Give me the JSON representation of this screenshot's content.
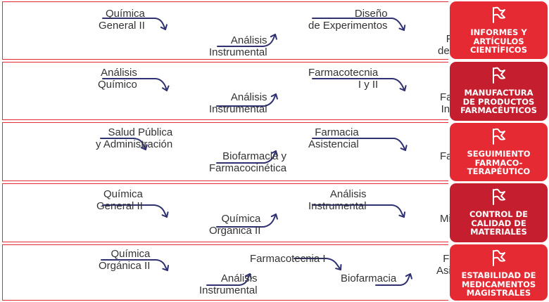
{
  "colors": {
    "accent": "#e52a34",
    "accent_dark": "#c51f2f",
    "arrow": "#2f3170",
    "text": "#333333"
  },
  "rows": [
    {
      "courses": [
        "Química\nGeneral II",
        "Análisis\nInstrumental",
        "Diseño\nde Experimentos",
        "Proyecto\nde Grado I"
      ],
      "outcome": "INFORMES Y\nARTÍCULOS\nCIENTÍFICOS",
      "icon": "flag-icon"
    },
    {
      "courses": [
        "Análisis\nQuímico",
        "Análisis\nInstrumental",
        "Farmacotecnia\nI y II",
        "Farmacia\nIndustrial"
      ],
      "outcome": "MANUFACTURA\nDE PRODUCTOS\nFARMACÉUTICOS",
      "icon": "flag-icon"
    },
    {
      "courses": [
        "Salud Pública\ny Administración",
        "Biofarmacia y\nFarmacocinética",
        "Farmacia\nAsistencial",
        "Farmacia\nClínica"
      ],
      "outcome": "SEGUIMIENTO\nFARMACO-\nTERAPÉUTICO",
      "icon": "flag-icon"
    },
    {
      "courses": [
        "Química\nGeneral II",
        "Química\nOrgánica II",
        "Análisis\nInstrumental",
        "Microbiología"
      ],
      "outcome": "CONTROL DE\nCALIDAD DE\nMATERIALES",
      "icon": "flag-icon"
    },
    {
      "courses": [
        "Química\nOrgánica II",
        "Análisis\nInstrumental",
        "Farmacotecnia I",
        "Biofarmacia",
        "Farmacia\nAsistencial"
      ],
      "outcome": "ESTABILIDAD DE\nMEDICAMENTOS\nMAGISTRALES",
      "icon": "flag-icon"
    }
  ]
}
